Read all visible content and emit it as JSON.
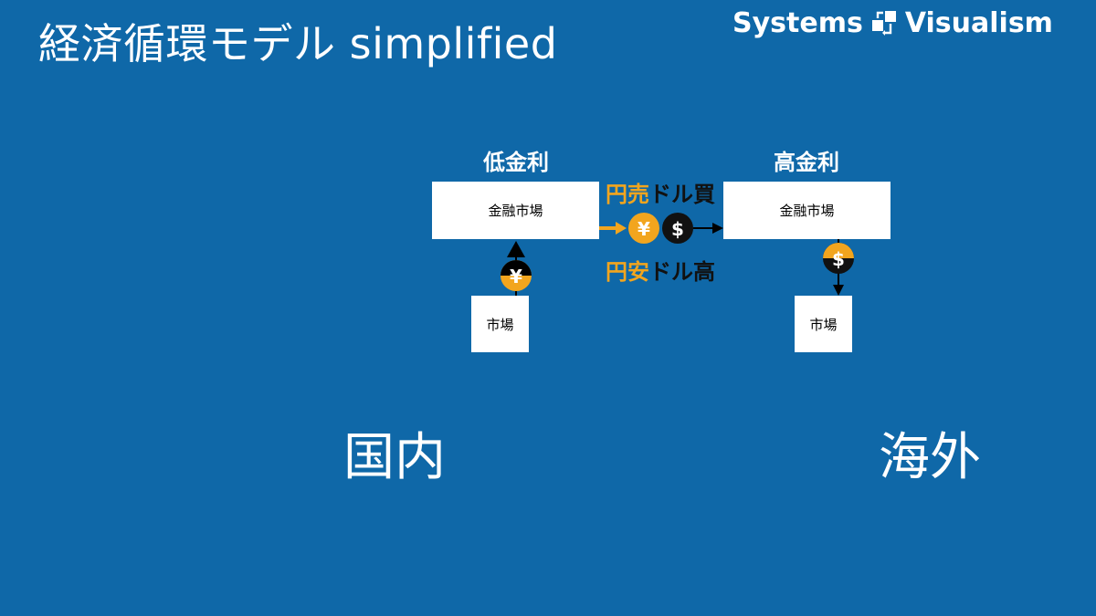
{
  "header": {
    "title": "経済循環モデル simplified",
    "brand_left": "Systems",
    "brand_right": "Visualism",
    "brand_icon": "flow-blocks-icon"
  },
  "diagram": {
    "left": {
      "rate_label": "低金利",
      "market_box": "金融市場",
      "local_box": "市場",
      "region": "国内"
    },
    "right": {
      "rate_label": "高金利",
      "market_box": "金融市場",
      "local_box": "市場",
      "region": "海外"
    },
    "fx_top": {
      "yen_part": "円売",
      "usd_part": "ドル買"
    },
    "fx_bottom": {
      "yen_part": "円安",
      "usd_part": "ドル高"
    },
    "coins": {
      "yen_symbol": "¥",
      "usd_symbol": "$"
    }
  },
  "colors": {
    "background": "#0F68A8",
    "yen": "#F2A51E",
    "usd": "#111111",
    "box": "#FFFFFF",
    "text": "#FFFFFF"
  }
}
